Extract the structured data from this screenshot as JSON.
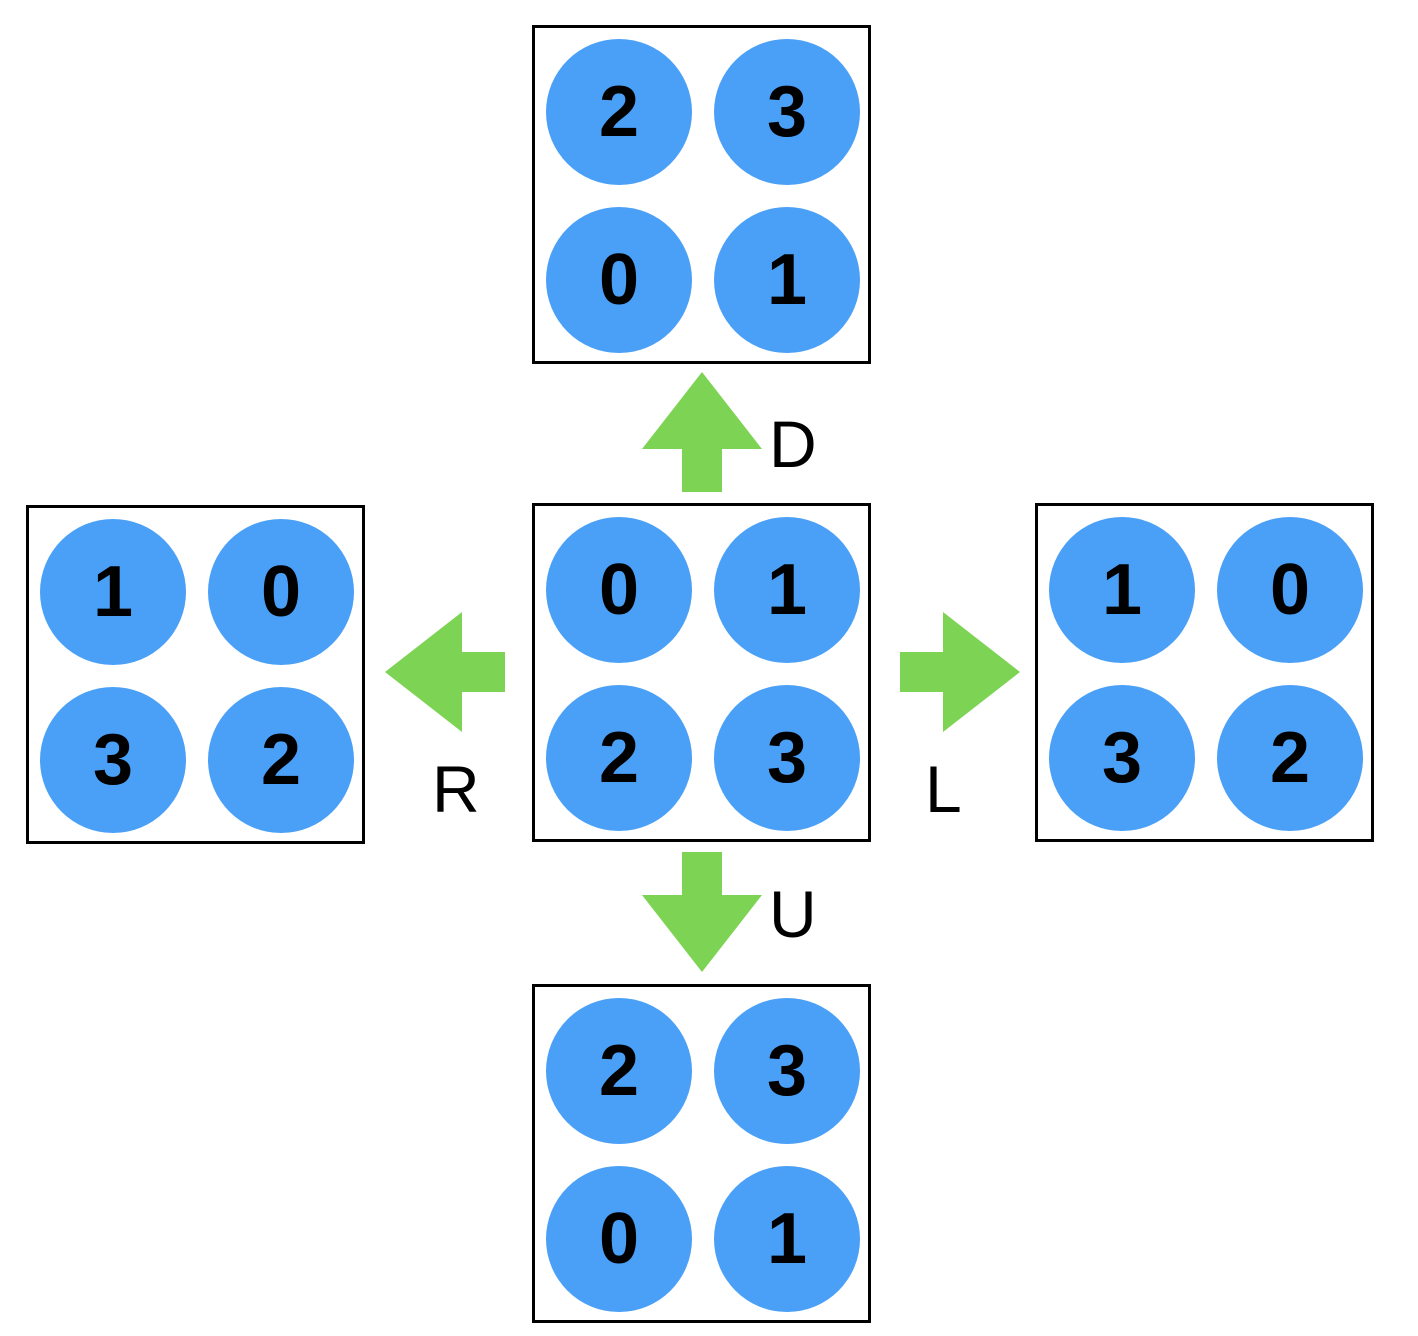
{
  "colors": {
    "circle": "#4aa0f7",
    "arrow": "#7dd353",
    "border": "#000000"
  },
  "grids": {
    "center": [
      "0",
      "1",
      "2",
      "3"
    ],
    "top": [
      "2",
      "3",
      "0",
      "1"
    ],
    "bottom": [
      "2",
      "3",
      "0",
      "1"
    ],
    "left": [
      "1",
      "0",
      "3",
      "2"
    ],
    "right": [
      "1",
      "0",
      "3",
      "2"
    ]
  },
  "labels": {
    "up_arrow": "D",
    "down_arrow": "U",
    "left_arrow": "R",
    "right_arrow": "L"
  }
}
